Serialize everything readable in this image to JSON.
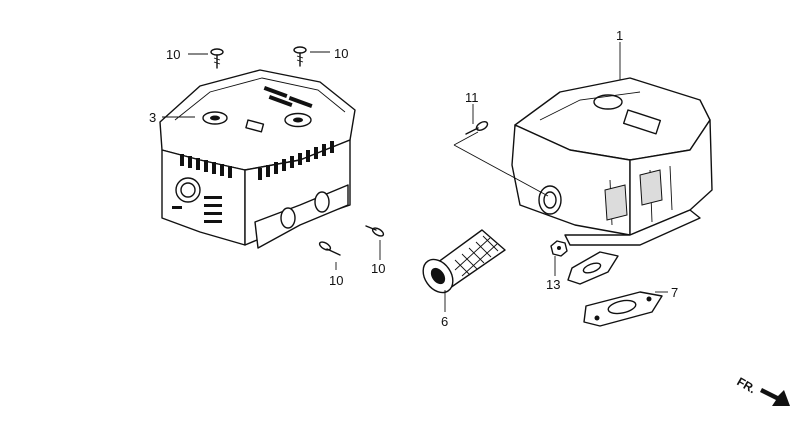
{
  "labels": {
    "p1": "1",
    "p3": "3",
    "p6": "6",
    "p7": "7",
    "p10a": "10",
    "p10b": "10",
    "p10c": "10",
    "p10d": "10",
    "p11": "11",
    "p13": "13"
  },
  "direction": {
    "text": "FR."
  },
  "colors": {
    "ink": "#111111",
    "paper": "#ffffff"
  }
}
